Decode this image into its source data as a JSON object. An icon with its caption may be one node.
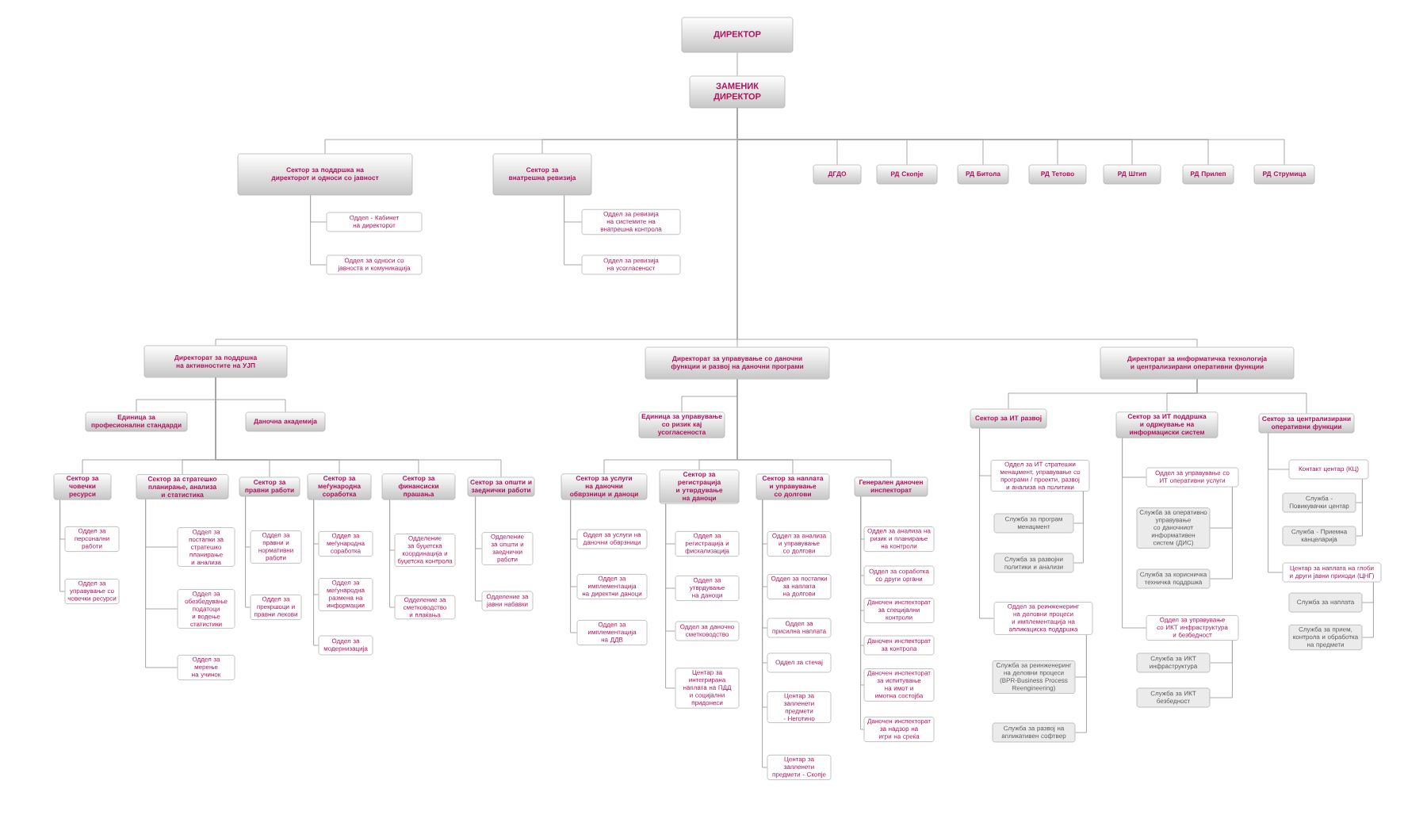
{
  "diagram": {
    "nodes": [
      {
        "text": [
          "ДИРЕКТОР"
        ]
      },
      {
        "text": [
          "ЗАМЕНИК ДИРЕКТОР"
        ]
      },
      {
        "text": [
          "Сектор за поддршка на директорот и односи со јавност"
        ]
      },
      {
        "text": [
          "Сектор за внатрешна ревизија"
        ]
      },
      {
        "text": [
          "Оддел - Кабинет на директорот"
        ]
      },
      {
        "text": [
          "Оддел за односи со јавноста и комуникација"
        ]
      },
      {
        "text": [
          "Оддел за ревизија на системите на внатрешна контрола"
        ]
      },
      {
        "text": [
          "Оддел за ревизија на усогласеност"
        ]
      },
      {
        "text": [
          "ДГДО"
        ]
      },
      {
        "text": [
          "РД Скопје"
        ]
      },
      {
        "text": [
          "РД Битола"
        ]
      },
      {
        "text": [
          "РД Тетово"
        ]
      },
      {
        "text": [
          "РД Штип"
        ]
      },
      {
        "text": [
          "РД Прилеп"
        ]
      },
      {
        "text": [
          "РД Струмица"
        ]
      },
      {
        "text": [
          "Директорат за поддршка на активностите на УЈП"
        ]
      },
      {
        "text": [
          "Единица за професионални стандарди"
        ]
      },
      {
        "text": [
          "Даночна академија"
        ]
      },
      {
        "text": [
          "Сектор за човечки ресурси"
        ]
      },
      {
        "text": [
          "Сектор за стратешко планирање, анализа и статистика"
        ]
      },
      {
        "text": [
          "Сектор за правни работи"
        ]
      },
      {
        "text": [
          "Сектор за меѓународна соработка"
        ]
      },
      {
        "text": [
          "Сектор за финансиски прашања"
        ]
      },
      {
        "text": [
          "Сектор за општи и заеднички работи"
        ]
      },
      {
        "text": [
          "Оддел за персонални работи"
        ]
      },
      {
        "text": [
          "Оддел за управување со човечки ресурси"
        ]
      },
      {
        "text": [
          "Оддел за постапки за стратешко планирање и анализа"
        ]
      },
      {
        "text": [
          "Оддел за обезбедување податоци и водење статистики"
        ]
      },
      {
        "text": [
          "Оддел за мерење на учинок"
        ]
      },
      {
        "text": [
          "Оддел за правни и нормативни работи"
        ]
      },
      {
        "text": [
          "Оддел за прекршоци и правни лекови"
        ]
      },
      {
        "text": [
          "Оддел за меѓународна соработка"
        ]
      },
      {
        "text": [
          "Оддел за меѓународна размена на информации"
        ]
      },
      {
        "text": [
          "Оддел за модернизација"
        ]
      },
      {
        "text": [
          "Одделение за буџетска координација и буџетска контрола"
        ]
      },
      {
        "text": [
          "Одделение за сметководство и плаќања"
        ]
      },
      {
        "text": [
          "Одделение за општи и заеднички работи"
        ]
      },
      {
        "text": [
          "Одделение за јавни набавки"
        ]
      },
      {
        "text": [
          "Директорат за управување со даночни функции и развој на даночни програми"
        ]
      },
      {
        "text": [
          "Единица за управување со ризик кај усогласеноста"
        ]
      },
      {
        "text": [
          "Сектор за услуги на даночни обврзници и даноци"
        ]
      },
      {
        "text": [
          "Сектор за регистрација и утврдување на даноци"
        ]
      },
      {
        "text": [
          "Сектор за наплата и управување со долгови"
        ]
      },
      {
        "text": [
          "Генерален даночен инспекторат"
        ]
      },
      {
        "text": [
          "Оддел за услуги на даночни обврзници"
        ]
      },
      {
        "text": [
          "Оддел за имплементација на директни даноци"
        ]
      },
      {
        "text": [
          "Оддел за имплементација на ДДВ"
        ]
      },
      {
        "text": [
          "Оддел за регистрација и фискализација"
        ]
      },
      {
        "text": [
          "Оддел за утврдување на даноци"
        ]
      },
      {
        "text": [
          "Оддел за даночно сметководство"
        ]
      },
      {
        "text": [
          "Центар за интегрирана наплата на ПДД и социјални придонеси"
        ]
      },
      {
        "text": [
          "Оддел за анализа и управување со долгови"
        ]
      },
      {
        "text": [
          "Оддел за постапки за наплата на долгови"
        ]
      },
      {
        "text": [
          "Оддел за присилна наплата"
        ]
      },
      {
        "text": [
          "Оддел за стечај"
        ]
      },
      {
        "text": [
          "Центар за запленети предмети - Неготино"
        ]
      },
      {
        "text": [
          "Центар за запленети предмети - Скопје"
        ]
      },
      {
        "text": [
          "Оддел за анализа на ризик и планирање на контроли"
        ]
      },
      {
        "text": [
          "Оддел за соработка со други органи"
        ]
      },
      {
        "text": [
          "Даночен инспекторат за специјални контроли"
        ]
      },
      {
        "text": [
          "Даночен инспекторат за контрола"
        ]
      },
      {
        "text": [
          "Даночен инспекторат за испитување на имот и имотна состојба"
        ]
      },
      {
        "text": [
          "Даночен инспекторат за надзор на игри на среќа"
        ]
      },
      {
        "text": [
          "Директорат за информатичка технологија и централизирани оперативни функции"
        ]
      },
      {
        "text": [
          "Сектор за ИТ развој"
        ]
      },
      {
        "text": [
          "Сектор за ИТ поддршка и одржување на информациски систем"
        ]
      },
      {
        "text": [
          "Сектор за централизирани оперативни функции"
        ]
      },
      {
        "text": [
          "Оддел за ИТ стратешки менаџмент, управување со програми / проекти, развој и анализа на политики"
        ]
      },
      {
        "text": [
          "Служба за програм менаџмент"
        ]
      },
      {
        "text": [
          "Служба за развојни политики и анализи"
        ]
      },
      {
        "text": [
          "Оддел за реинженеринг на деловни процеси и имплементација на апликациска поддршка"
        ]
      },
      {
        "text": [
          "Служба за реинженеринг на деловни процеси (BPR-Business Process Reengineering)"
        ]
      },
      {
        "text": [
          "Служба за развој на апликативен софтвер"
        ]
      },
      {
        "text": [
          "Оддел за управување со ИТ оперативни услуги"
        ]
      },
      {
        "text": [
          "Служба за оперативно управување со даночниот информативен систем (ДИС)"
        ]
      },
      {
        "text": [
          "Служба за корисничка техничка поддршка"
        ]
      },
      {
        "text": [
          "Оддел за управување со ИКТ инфраструктура и безбедност"
        ]
      },
      {
        "text": [
          "Служба за ИКТ инфраструктура"
        ]
      },
      {
        "text": [
          "Служба за ИКТ безбедност"
        ]
      },
      {
        "text": [
          "Контакт центар (КЦ)"
        ]
      },
      {
        "text": [
          "Служба - Повикувачки центар"
        ]
      },
      {
        "text": [
          "Служба - Приемна канцеларија"
        ]
      },
      {
        "text": [
          "Центар за наплата на глоби и други јавни приходи (ЦНГ)"
        ]
      },
      {
        "text": [
          "Служба за наплата"
        ]
      },
      {
        "text": [
          "Служба за прием, контрола и обработка на предмети"
        ]
      }
    ],
    "edges": [
      {
        "from": 0,
        "to": 1,
        "arrow": "none"
      },
      {
        "from": 1,
        "to": 2,
        "arrow": "none"
      },
      {
        "from": 1,
        "to": 3,
        "arrow": "none"
      },
      {
        "from": 1,
        "to": 8,
        "arrow": "none"
      },
      {
        "from": 1,
        "to": 9,
        "arrow": "none"
      },
      {
        "from": 1,
        "to": 10,
        "arrow": "none"
      },
      {
        "from": 1,
        "to": 11,
        "arrow": "none"
      },
      {
        "from": 1,
        "to": 12,
        "arrow": "none"
      },
      {
        "from": 1,
        "to": 13,
        "arrow": "none"
      },
      {
        "from": 1,
        "to": 14,
        "arrow": "none"
      },
      {
        "from": 2,
        "to": 4,
        "arrow": "none"
      },
      {
        "from": 2,
        "to": 5,
        "arrow": "none"
      },
      {
        "from": 3,
        "to": 6,
        "arrow": "none"
      },
      {
        "from": 3,
        "to": 7,
        "arrow": "none"
      },
      {
        "from": 1,
        "to": 15,
        "arrow": "none"
      },
      {
        "from": 1,
        "to": 38,
        "arrow": "none"
      },
      {
        "from": 1,
        "to": 63,
        "arrow": "none"
      },
      {
        "from": 15,
        "to": 16,
        "arrow": "none"
      },
      {
        "from": 15,
        "to": 17,
        "arrow": "none"
      },
      {
        "from": 15,
        "to": 18,
        "arrow": "none"
      },
      {
        "from": 15,
        "to": 19,
        "arrow": "none"
      },
      {
        "from": 15,
        "to": 20,
        "arrow": "none"
      },
      {
        "from": 15,
        "to": 21,
        "arrow": "none"
      },
      {
        "from": 15,
        "to": 22,
        "arrow": "none"
      },
      {
        "from": 15,
        "to": 23,
        "arrow": "none"
      },
      {
        "from": 18,
        "to": 24,
        "arrow": "none"
      },
      {
        "from": 18,
        "to": 25,
        "arrow": "none"
      },
      {
        "from": 19,
        "to": 26,
        "arrow": "none"
      },
      {
        "from": 19,
        "to": 27,
        "arrow": "none"
      },
      {
        "from": 19,
        "to": 28,
        "arrow": "none"
      },
      {
        "from": 20,
        "to": 29,
        "arrow": "none"
      },
      {
        "from": 20,
        "to": 30,
        "arrow": "none"
      },
      {
        "from": 21,
        "to": 31,
        "arrow": "none"
      },
      {
        "from": 21,
        "to": 32,
        "arrow": "none"
      },
      {
        "from": 21,
        "to": 33,
        "arrow": "none"
      },
      {
        "from": 22,
        "to": 34,
        "arrow": "none"
      },
      {
        "from": 22,
        "to": 35,
        "arrow": "none"
      },
      {
        "from": 23,
        "to": 36,
        "arrow": "none"
      },
      {
        "from": 23,
        "to": 37,
        "arrow": "none"
      },
      {
        "from": 38,
        "to": 39,
        "arrow": "none"
      },
      {
        "from": 38,
        "to": 40,
        "arrow": "none"
      },
      {
        "from": 38,
        "to": 41,
        "arrow": "none"
      },
      {
        "from": 38,
        "to": 42,
        "arrow": "none"
      },
      {
        "from": 38,
        "to": 43,
        "arrow": "none"
      },
      {
        "from": 40,
        "to": 44,
        "arrow": "none"
      },
      {
        "from": 40,
        "to": 45,
        "arrow": "none"
      },
      {
        "from": 40,
        "to": 46,
        "arrow": "none"
      },
      {
        "from": 41,
        "to": 47,
        "arrow": "none"
      },
      {
        "from": 41,
        "to": 48,
        "arrow": "none"
      },
      {
        "from": 41,
        "to": 49,
        "arrow": "none"
      },
      {
        "from": 41,
        "to": 50,
        "arrow": "none"
      },
      {
        "from": 42,
        "to": 51,
        "arrow": "none"
      },
      {
        "from": 42,
        "to": 52,
        "arrow": "none"
      },
      {
        "from": 42,
        "to": 53,
        "arrow": "none"
      },
      {
        "from": 42,
        "to": 54,
        "arrow": "none"
      },
      {
        "from": 42,
        "to": 55,
        "arrow": "none"
      },
      {
        "from": 42,
        "to": 56,
        "arrow": "none"
      },
      {
        "from": 43,
        "to": 57,
        "arrow": "none"
      },
      {
        "from": 43,
        "to": 58,
        "arrow": "none"
      },
      {
        "from": 43,
        "to": 59,
        "arrow": "none"
      },
      {
        "from": 43,
        "to": 60,
        "arrow": "none"
      },
      {
        "from": 43,
        "to": 61,
        "arrow": "none"
      },
      {
        "from": 43,
        "to": 62,
        "arrow": "none"
      },
      {
        "from": 63,
        "to": 64,
        "arrow": "none"
      },
      {
        "from": 63,
        "to": 65,
        "arrow": "none"
      },
      {
        "from": 63,
        "to": 66,
        "arrow": "none"
      },
      {
        "from": 64,
        "to": 67,
        "arrow": "none"
      },
      {
        "from": 64,
        "to": 70,
        "arrow": "none"
      },
      {
        "from": 67,
        "to": 68,
        "arrow": "none"
      },
      {
        "from": 67,
        "to": 69,
        "arrow": "none"
      },
      {
        "from": 70,
        "to": 71,
        "arrow": "none"
      },
      {
        "from": 70,
        "to": 72,
        "arrow": "none"
      },
      {
        "from": 65,
        "to": 73,
        "arrow": "none"
      },
      {
        "from": 65,
        "to": 76,
        "arrow": "none"
      },
      {
        "from": 73,
        "to": 74,
        "arrow": "none"
      },
      {
        "from": 73,
        "to": 75,
        "arrow": "none"
      },
      {
        "from": 76,
        "to": 77,
        "arrow": "none"
      },
      {
        "from": 76,
        "to": 78,
        "arrow": "none"
      },
      {
        "from": 66,
        "to": 79,
        "arrow": "none"
      },
      {
        "from": 66,
        "to": 82,
        "arrow": "none"
      },
      {
        "from": 79,
        "to": 80,
        "arrow": "none"
      },
      {
        "from": 79,
        "to": 81,
        "arrow": "none"
      },
      {
        "from": 82,
        "to": 83,
        "arrow": "none"
      },
      {
        "from": 82,
        "to": 84,
        "arrow": "none"
      }
    ]
  }
}
